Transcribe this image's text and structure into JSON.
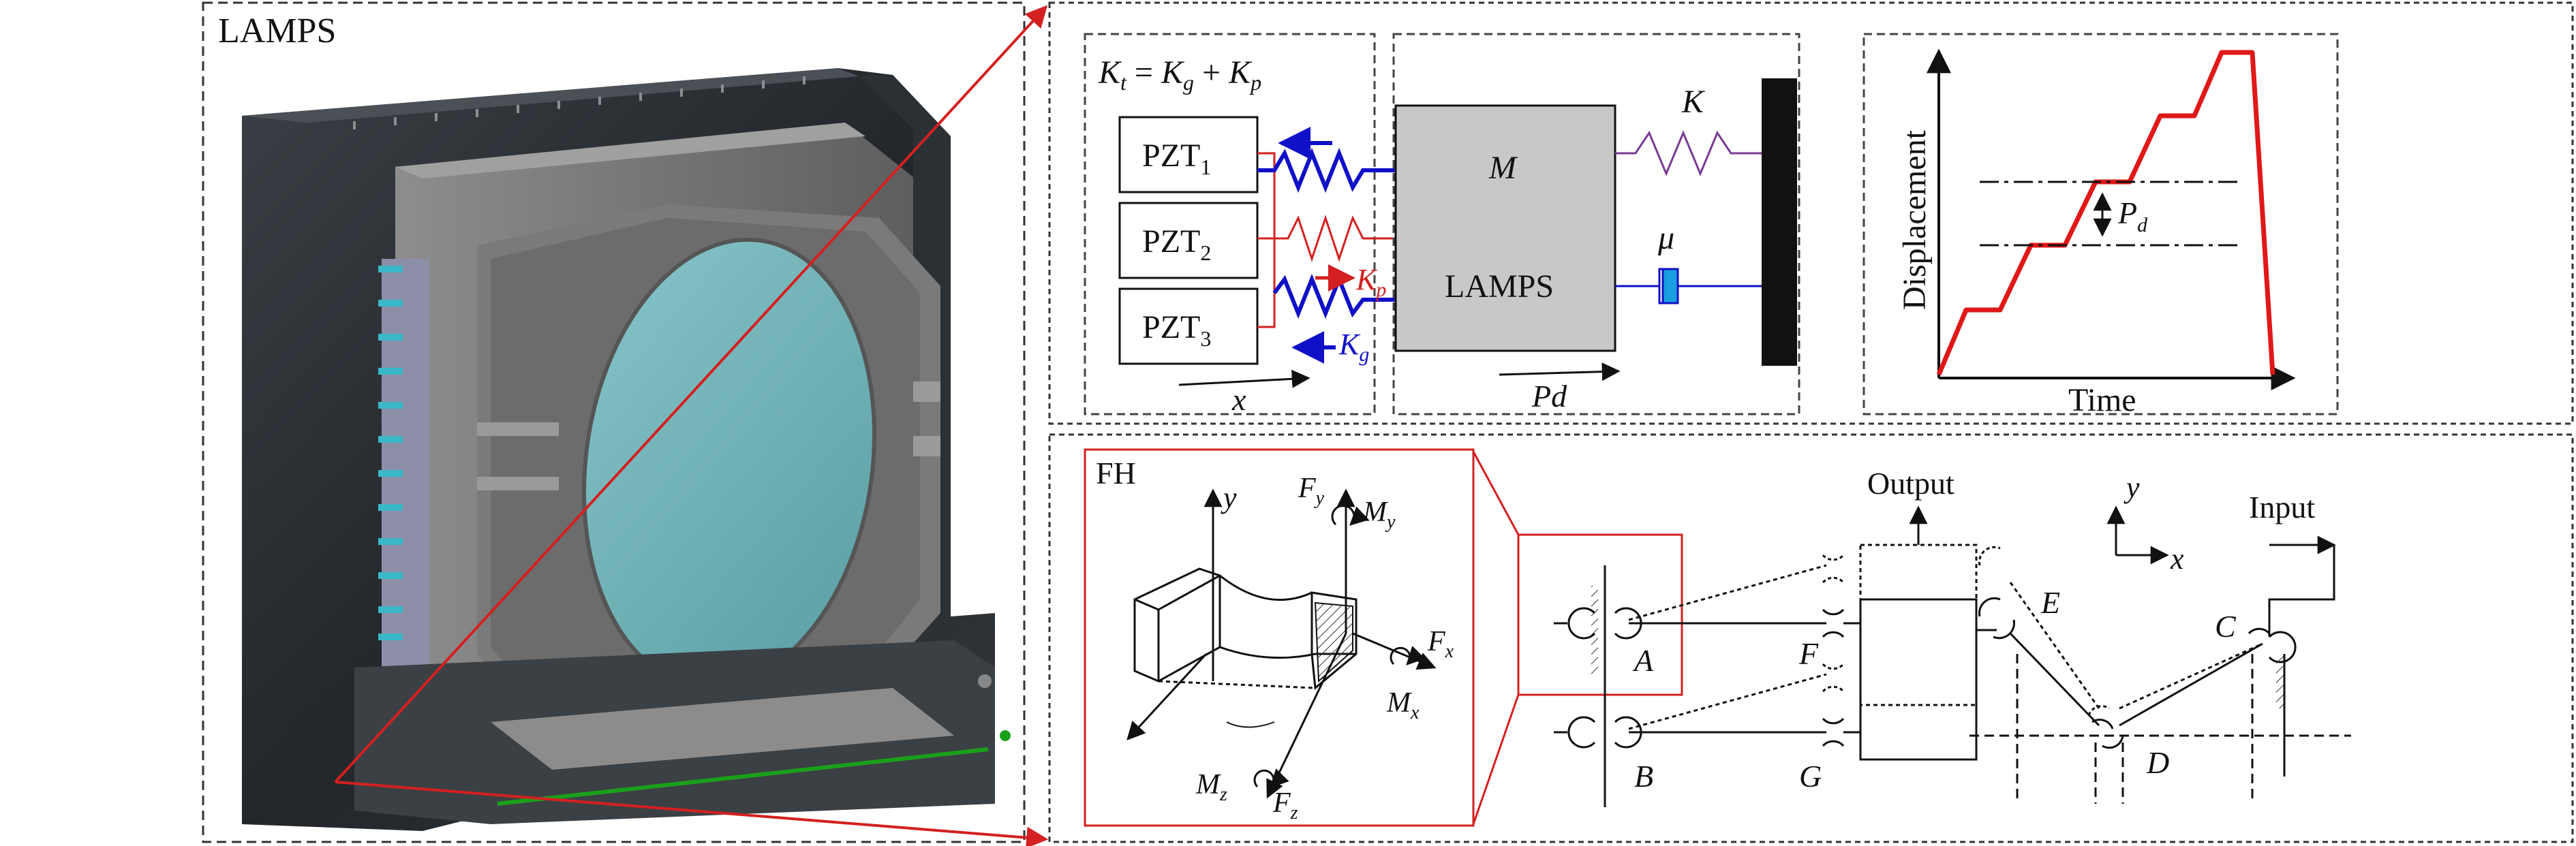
{
  "panels": {
    "lamps": {
      "title": "LAMPS"
    },
    "model": {
      "stiffness_eq": {
        "k": "K",
        "t": "t",
        "eq": " = ",
        "kg": "K",
        "g": "g",
        "plus": " + ",
        "kp": "K",
        "p": "p"
      },
      "pzt": [
        {
          "base": "PZT",
          "sub": "1"
        },
        {
          "base": "PZT",
          "sub": "2"
        },
        {
          "base": "PZT",
          "sub": "3"
        }
      ],
      "mass_symbol": "M",
      "mass_label": "LAMPS",
      "spring_label": "K",
      "damper_label": "μ",
      "kp_label": {
        "base": "K",
        "sub": "p"
      },
      "kg_label": {
        "base": "K",
        "sub": "g"
      },
      "x_label": "x",
      "pd_label": "Pd"
    },
    "step_plot": {
      "ylabel": "Displacement",
      "xlabel": "Time",
      "pd_label": {
        "base": "P",
        "sub": "d"
      }
    },
    "mechanism": {
      "fh_title": "FH",
      "labels": {
        "y_axis": "y",
        "fy": {
          "base": "F",
          "sub": "y"
        },
        "my": {
          "base": "M",
          "sub": "y"
        },
        "fx": {
          "base": "F",
          "sub": "x"
        },
        "mx": {
          "base": "M",
          "sub": "x"
        },
        "mz": {
          "base": "M",
          "sub": "z"
        },
        "fz": {
          "base": "F",
          "sub": "z"
        }
      },
      "output": "Output",
      "input": "Input",
      "coord_y": "y",
      "coord_x": "x",
      "hinges": [
        "A",
        "B",
        "C",
        "D",
        "E",
        "F",
        "G"
      ]
    }
  },
  "colors": {
    "red": "#d42020",
    "blue": "#1010c8",
    "purple": "#7a3b92",
    "mass_gray": "#c8c8c8",
    "wall": "#111111",
    "lens": "#6fb0b5",
    "frame": "#6f6f6f"
  }
}
